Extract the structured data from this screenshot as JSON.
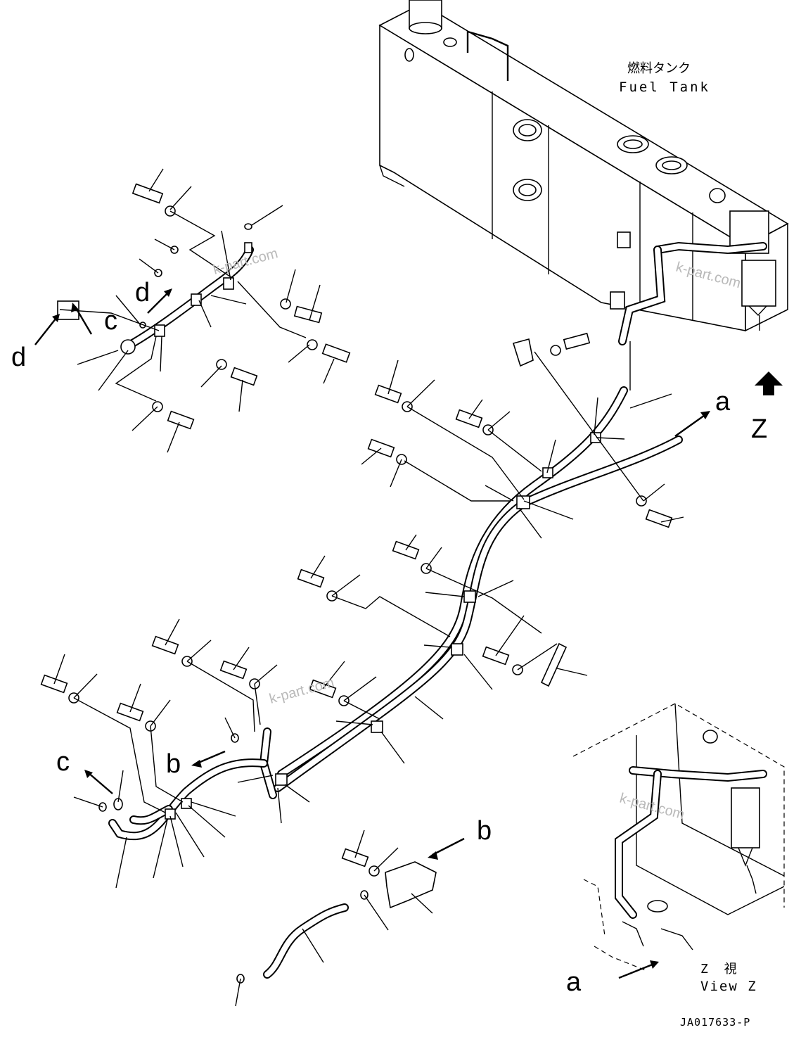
{
  "fuel_tank_label": {
    "jp": "燃料タンク",
    "en": "Fuel Tank"
  },
  "view_label": {
    "jp": "Z 視",
    "en": "View Z",
    "arrow_letter": "Z"
  },
  "callouts": {
    "a_top": "a",
    "a_bottom": "a",
    "b_left": "b",
    "b_right": "b",
    "c_top": "c",
    "c_bottom": "c",
    "d_upper": "d",
    "d_lower": "d"
  },
  "watermarks": [
    "k-part.com",
    "k-part.com",
    "k-part.com",
    "k-part.com"
  ],
  "drawing_number": "JA017633-P"
}
